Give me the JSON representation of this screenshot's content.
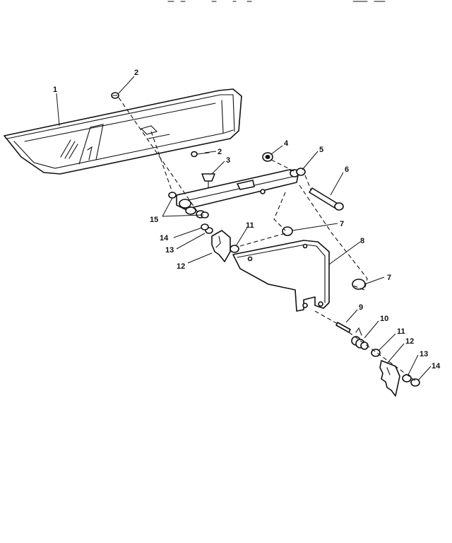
{
  "diagram": {
    "callouts": {
      "c1": "1",
      "c2a": "2",
      "c2b": "2",
      "c3": "3",
      "c4": "4",
      "c5": "5",
      "c6": "6",
      "c7a": "7",
      "c7b": "7",
      "c8": "8",
      "c9": "9",
      "c10": "10",
      "c11a": "11",
      "c11b": "11",
      "c12a": "12",
      "c12b": "12",
      "c13a": "13",
      "c13b": "13",
      "c14a": "14",
      "c14b": "14",
      "c15": "15"
    }
  }
}
